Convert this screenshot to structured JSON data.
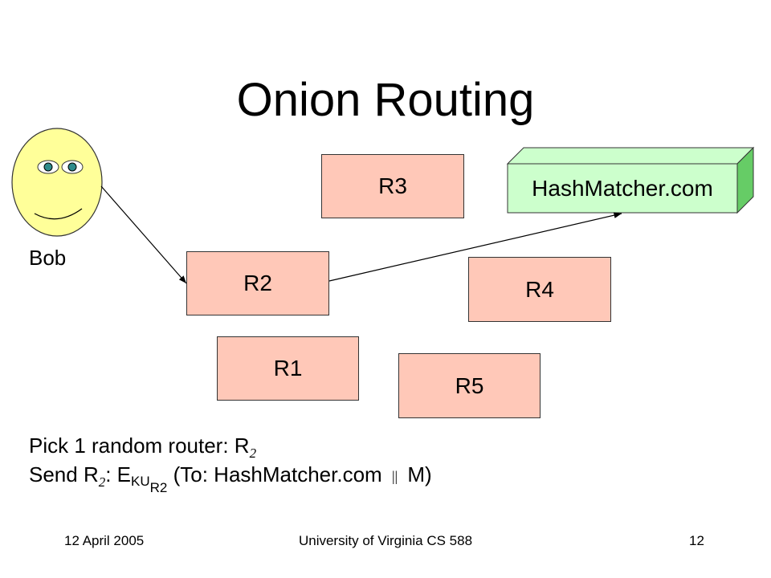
{
  "slide": {
    "title": "Onion Routing",
    "bob_label": "Bob",
    "destination": "HashMatcher.com",
    "routers": [
      "R3",
      "R2",
      "R4",
      "R1",
      "R5"
    ],
    "caption": {
      "line1_text": "Pick 1 random router: R",
      "line1_sub": "2",
      "line2_send": "Send R",
      "line2_send_sub": "2",
      "line2_colon": ": E",
      "line2_key": "KU",
      "line2_key_sub": "R2",
      "line2_to": " (To: HashMatcher.com ",
      "line2_concat": "||",
      "line2_end": " M)"
    },
    "footer": {
      "date": "12 April 2005",
      "course": "University of Virginia CS 588",
      "page": "12"
    }
  },
  "colors": {
    "router_fill": "#ffc8b8",
    "server_fill": "#ccffcc",
    "bob_face": "#ffff99",
    "bob_eye": "#2e8b8b"
  }
}
